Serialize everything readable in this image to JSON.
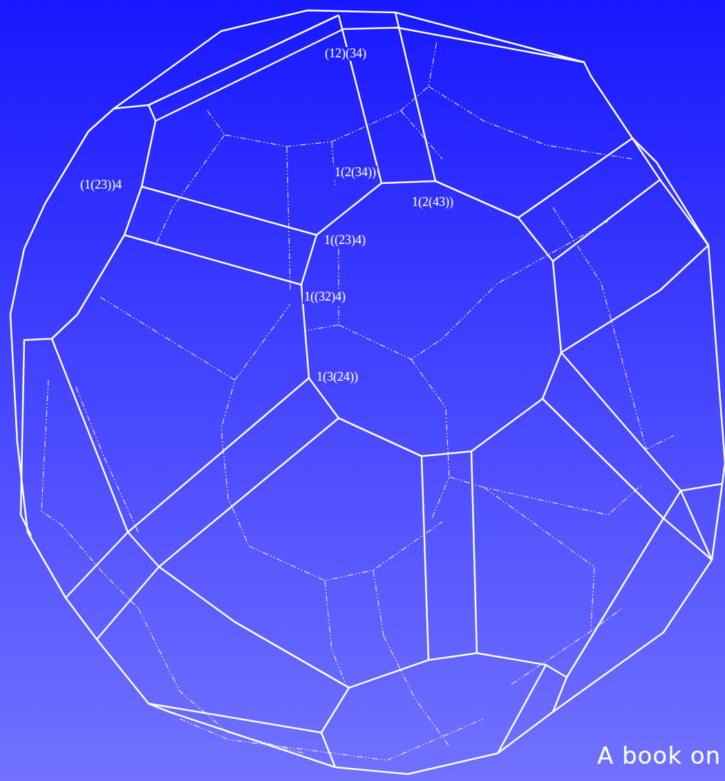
{
  "diagram": {
    "labels": [
      "(12)(34)",
      "(1(23))4",
      "1(2(34))",
      "1(2(43))",
      "1((23)4)",
      "1((32)4)",
      "1(3(24))",
      "A book on"
    ]
  }
}
